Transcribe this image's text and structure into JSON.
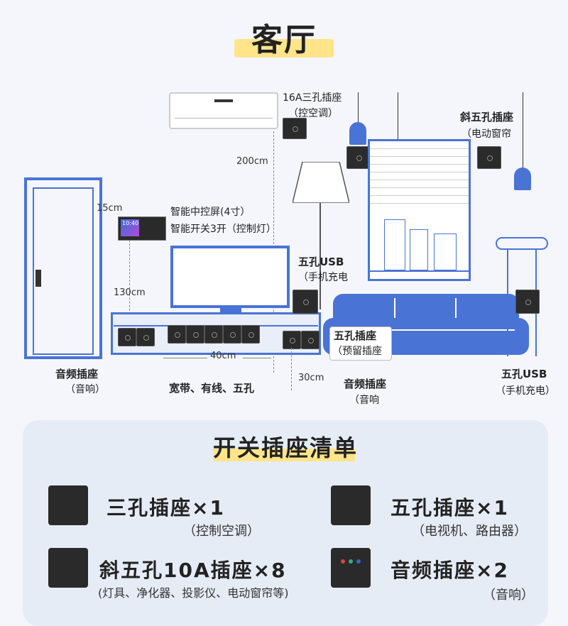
{
  "title": "客厅",
  "labels": {
    "ac_socket_line1": "16A三孔插座",
    "ac_socket_line2": "（控空调）",
    "height_200": "200cm",
    "oblique_line1": "斜五孔插座",
    "oblique_line2": "（电动窗帘",
    "height_15": "15cm",
    "screen_line1": "智能中控屏(4寸）",
    "screen_line2": "智能开关3开（控制灯）",
    "screen_time": "10:40",
    "usb_left_line1": "五孔USB",
    "usb_left_line2": "（手机充电",
    "height_130": "130cm",
    "reserve_line1": "五孔插座",
    "reserve_line2": "（预留插座",
    "width_40": "40cm",
    "height_30": "30cm",
    "audio_left_line1": "音频插座",
    "audio_left_line2": "（音响）",
    "broadband": "宽带、有线、五孔",
    "audio_mid_line1": "音频插座",
    "audio_mid_line2": "（音响",
    "usb_right_line1": "五孔USB",
    "usb_right_line2": "（手机充电）"
  },
  "list": {
    "title": "开关插座清单",
    "items": [
      {
        "name": "三孔插座×1",
        "sub": "（控制空调）"
      },
      {
        "name": "五孔插座×1",
        "sub": "（电视机、路由器）"
      },
      {
        "name": "斜五孔10A插座×8",
        "sub": "(灯具、净化器、投影仪、电动窗帘等)"
      },
      {
        "name": "音频插座×2",
        "sub": "（音响）"
      }
    ]
  }
}
